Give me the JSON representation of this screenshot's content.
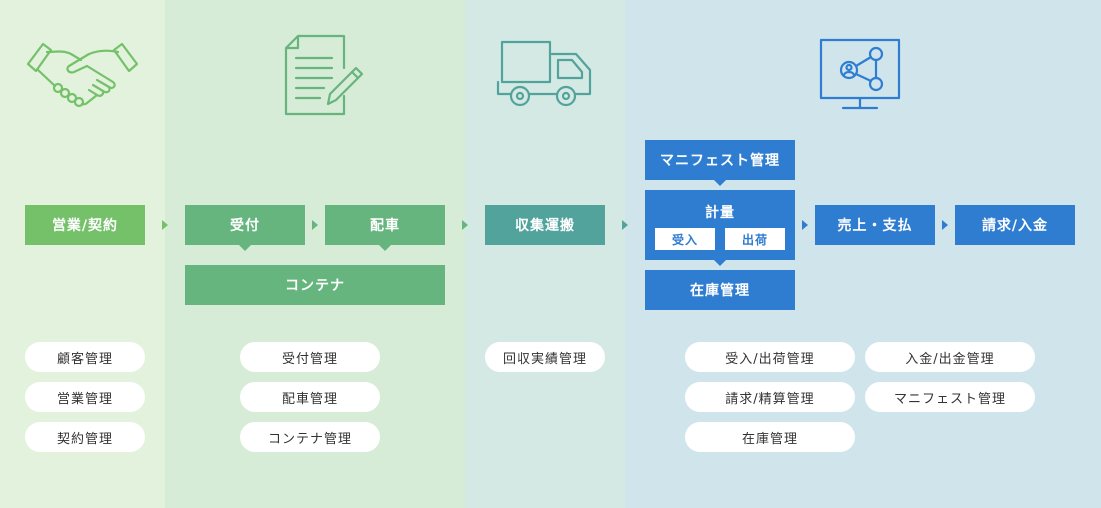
{
  "stages": {
    "sales": {
      "box": "営業/契約",
      "pills": [
        "顧客管理",
        "営業管理",
        "契約管理"
      ]
    },
    "order": {
      "box_receive": "受付",
      "box_dispatch": "配車",
      "box_container": "コンテナ",
      "pills": [
        "受付管理",
        "配車管理",
        "コンテナ管理"
      ]
    },
    "transport": {
      "box": "収集運搬",
      "pills": [
        "回収実績管理"
      ]
    },
    "management": {
      "box_manifest": "マニフェスト管理",
      "box_weighing": "計量",
      "weighing_in": "受入",
      "weighing_out": "出荷",
      "box_inventory": "在庫管理",
      "box_sales": "売上・支払",
      "box_billing": "請求/入金",
      "pills": [
        "受入/出荷管理",
        "入金/出金管理",
        "請求/精算管理",
        "マニフェスト管理",
        "在庫管理"
      ]
    }
  },
  "colors": {
    "bg_sales": "#e3f2dd",
    "bg_order": "#d7ecd6",
    "bg_transport": "#d5e9e4",
    "bg_management": "#d0e4ec",
    "green_light": "#74c16a",
    "green": "#66b57f",
    "teal": "#52a39b",
    "blue": "#2f7dd1"
  },
  "icons": [
    "handshake-icon",
    "document-pen-icon",
    "truck-icon",
    "monitor-network-icon"
  ]
}
